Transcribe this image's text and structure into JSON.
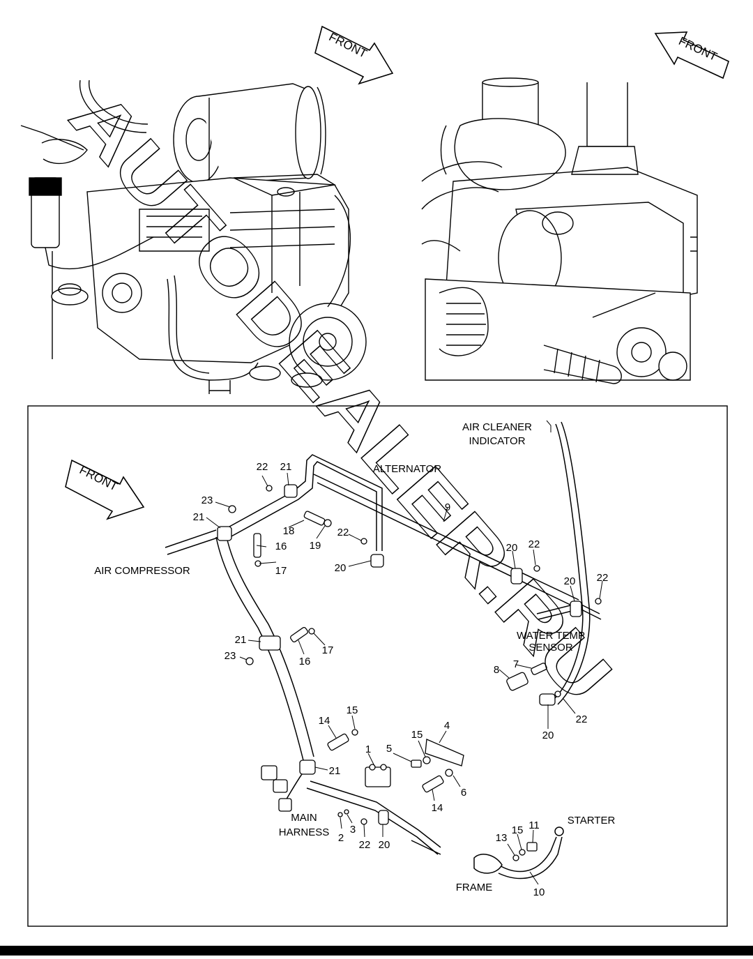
{
  "front_arrows": {
    "top_left": "FRONT",
    "top_right": "FRONT",
    "detail": "FRONT"
  },
  "labels": {
    "air_cleaner_indicator_line1": "AIR CLEANER",
    "air_cleaner_indicator_line2": "INDICATOR",
    "alternator": "ALTERNATOR",
    "air_compressor": "AIR COMPRESSOR",
    "water_temp_sensor_line1": "WATER TEMP",
    "water_temp_sensor_line2": "SENSOR",
    "main_harness_line1": "MAIN",
    "main_harness_line2": "HARNESS",
    "starter": "STARTER",
    "frame": "FRAME"
  },
  "callouts": {
    "c1": "1",
    "c2": "2",
    "c3": "3",
    "c4": "4",
    "c5": "5",
    "c6": "6",
    "c7": "7",
    "c8": "8",
    "c9": "9",
    "c10": "10",
    "c11": "11",
    "c13": "13",
    "c14a": "14",
    "c14b": "14",
    "c15a": "15",
    "c15b": "15",
    "c15c": "15",
    "c16a": "16",
    "c16b": "16",
    "c17a": "17",
    "c17b": "17",
    "c18": "18",
    "c19": "19",
    "c20a": "20",
    "c20b": "20",
    "c20c": "20",
    "c20d": "20",
    "c20e": "20",
    "c21a": "21",
    "c21b": "21",
    "c21c": "21",
    "c21d": "21",
    "c22a": "22",
    "c22b": "22",
    "c22c": "22",
    "c22d": "22",
    "c22e": "22",
    "c22f": "22",
    "c23a": "23",
    "c23b": "23"
  },
  "watermark": "AUTODEALER.RU",
  "colors": {
    "line": "#000000",
    "background": "#ffffff"
  }
}
